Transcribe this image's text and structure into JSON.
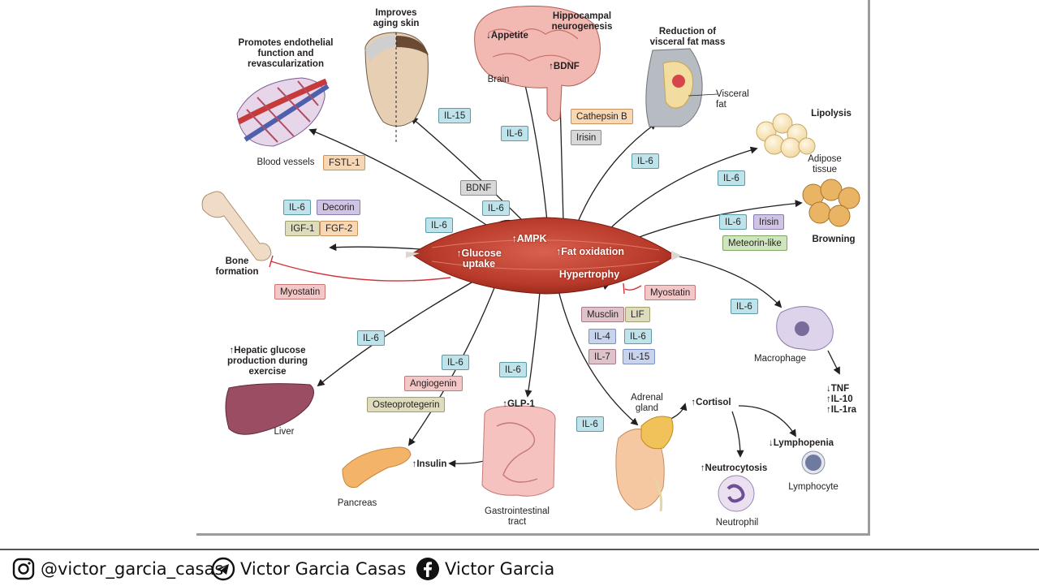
{
  "labels": {
    "endothelial": "Promotes endothelial\nfunction and\nrevascularization",
    "blood_vessels": "Blood vessels",
    "aging_skin": "Improves\naging skin",
    "appetite": "↓Appetite",
    "hippocampal": "Hippocampal\nneurogenesis",
    "bdnf_up": "↑BDNF",
    "brain": "Brain",
    "visceral_title": "Reduction of\nvisceral fat mass",
    "visceral_fat": "Visceral\nfat",
    "lipolysis": "Lipolysis",
    "adipose": "Adipose\ntissue",
    "browning": "Browning",
    "bone": "Bone\nformation",
    "glucose": "↑Glucose\nuptake",
    "ampk": "↑AMPK",
    "fat_ox": "↑Fat oxidation",
    "hypertrophy": "Hypertrophy",
    "macrophage": "Macrophage",
    "cytokines": "↓TNF\n↑IL-10\n↑IL-1ra",
    "hepatic": "↑Hepatic glucose\nproduction during\nexercise",
    "liver": "Liver",
    "glp1": "↑GLP-1",
    "insulin": "↑Insulin",
    "pancreas": "Pancreas",
    "gi": "Gastrointestinal\ntract",
    "adrenal": "Adrenal\ngland",
    "cortisol": "↑Cortisol",
    "lymphopenia": "↓Lymphopenia",
    "lymphocyte": "Lymphocyte",
    "neutrocytosis": "↑Neutrocytosis",
    "neutrophil": "Neutrophil"
  },
  "tags": {
    "fstl1": "FSTL-1",
    "il15_top": "IL-15",
    "il6_brain": "IL-6",
    "cathepsin": "Cathepsin B",
    "irisin_brain": "Irisin",
    "il6_visceral": "IL-6",
    "bdnf": "BDNF",
    "il6_ampk": "IL-6",
    "il6_lipolysis": "IL-6",
    "il6_browning": "IL-6",
    "irisin_browning": "Irisin",
    "meteorin": "Meteorin-like",
    "il6_bone": "IL-6",
    "decorin": "Decorin",
    "igf1": "IGF-1",
    "fgf2": "FGF-2",
    "il6_glucose": "IL-6",
    "myostatin_bone": "Myostatin",
    "myostatin_hyp": "Myostatin",
    "musclin": "Musclin",
    "lif": "LIF",
    "il4": "IL-4",
    "il6_hyp": "IL-6",
    "il7": "IL-7",
    "il15_hyp": "IL-15",
    "il6_macro": "IL-6",
    "il6_liver": "IL-6",
    "il6_pancreas": "IL-6",
    "angiogenin": "Angiogenin",
    "osteoprotegerin": "Osteoprotegerin",
    "il6_gi": "IL-6",
    "il6_adrenal": "IL-6"
  },
  "footer": {
    "instagram": "@victor_garcia_casas",
    "telegram": "Victor Garcia Casas",
    "facebook": "Victor Garcia"
  },
  "colors": {
    "muscle": "#c0392b",
    "arrow": "#231f20",
    "inhibit": "#d0343a"
  }
}
